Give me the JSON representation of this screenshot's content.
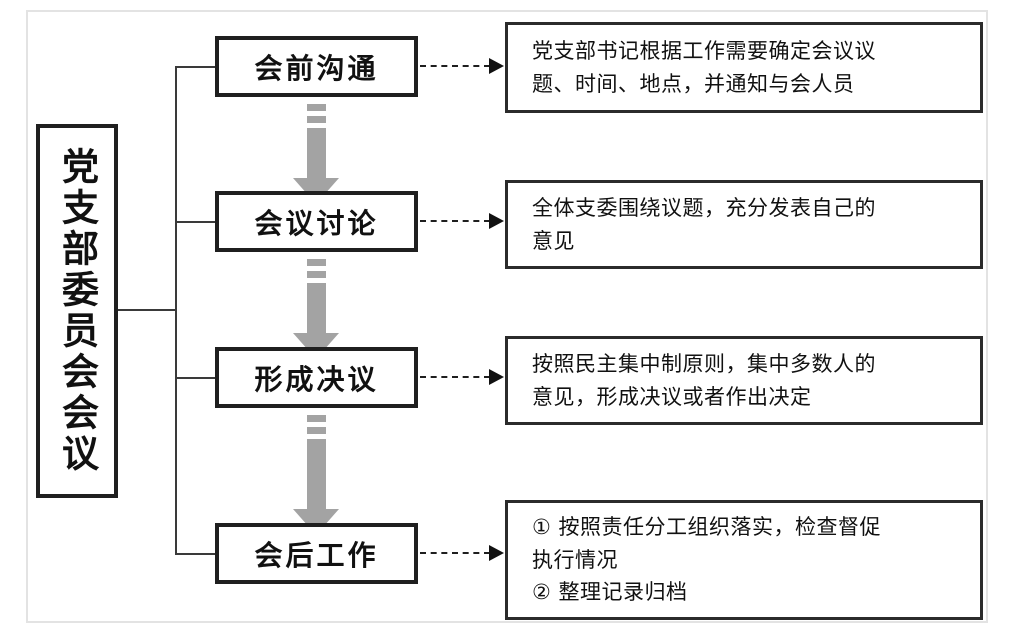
{
  "diagram": {
    "root": {
      "label": "党支部委员会会议"
    },
    "stages": [
      {
        "id": "stage-1",
        "label": "会前沟通",
        "description_lines": [
          "党支部书记根据工作需要确定会议议",
          "题、时间、地点，并通知与会人员"
        ]
      },
      {
        "id": "stage-2",
        "label": "会议讨论",
        "description_lines": [
          "全体支委围绕议题，充分发表自己的",
          "意见"
        ]
      },
      {
        "id": "stage-3",
        "label": "形成决议",
        "description_lines": [
          "按照民主集中制原则，集中多数人的",
          "意见，形成决议或者作出决定"
        ]
      },
      {
        "id": "stage-4",
        "label": "会后工作",
        "description_lines": [
          "① 按照责任分工组织落实，检查督促",
          "执行情况",
          "② 整理记录归档"
        ]
      }
    ],
    "colors": {
      "box_border": "#1f1f1f",
      "desc_border": "#2b2b2b",
      "connector": "#3a3a3a",
      "flow_arrow": "#a3a3a3",
      "outer_frame": "#e3e3e3",
      "text": "#111111",
      "background": "#ffffff"
    }
  }
}
